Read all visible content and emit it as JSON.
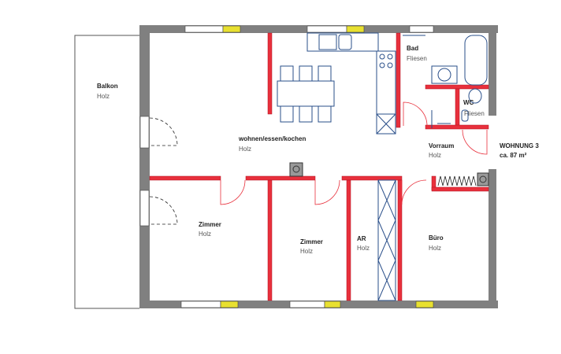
{
  "colors": {
    "wall": "#808080",
    "inner_wall": "#e8303c",
    "furniture": "#2a4f8a",
    "window_accent": "#e8e030"
  },
  "rooms": {
    "balkon": {
      "name": "Balkon",
      "floor": "Holz"
    },
    "wohnen": {
      "name": "wohnen/essen/kochen",
      "floor": "Holz"
    },
    "bad": {
      "name": "Bad",
      "floor": "Fliesen"
    },
    "wc": {
      "name": "WC",
      "floor": "Fliesen"
    },
    "vorraum": {
      "name": "Vorraum",
      "floor": "Holz"
    },
    "zimmer1": {
      "name": "Zimmer",
      "floor": "Holz"
    },
    "zimmer2": {
      "name": "Zimmer",
      "floor": "Holz"
    },
    "ar": {
      "name": "AR",
      "floor": "Holz"
    },
    "buero": {
      "name": "Büro",
      "floor": "Holz"
    }
  },
  "unit": {
    "name": "WOHNUNG 3",
    "area": "ca. 87 m²"
  }
}
